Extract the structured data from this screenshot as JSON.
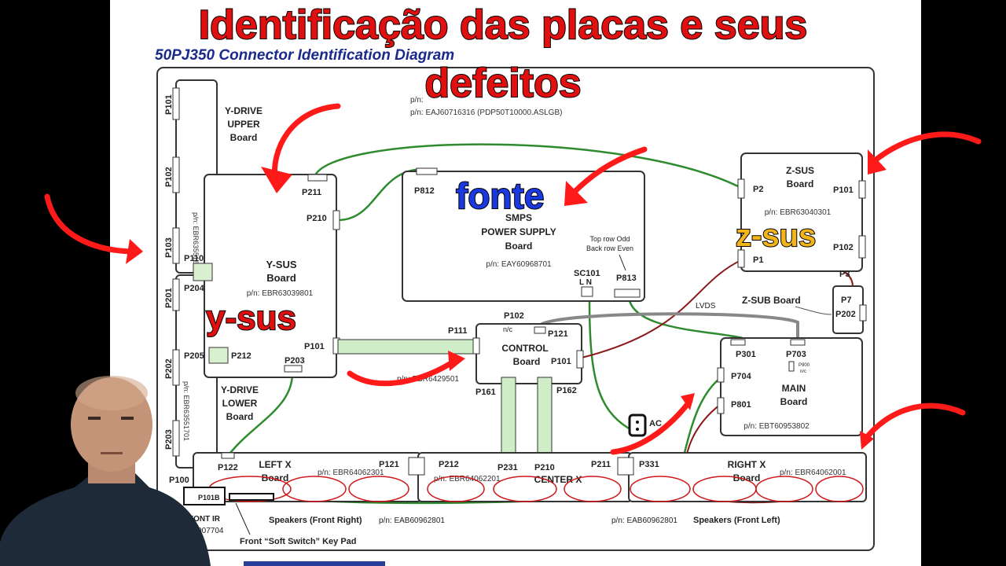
{
  "overlay": {
    "title_line1": "Identificação das placas e seus",
    "title_line2": "defeitos",
    "label_fonte": "fonte",
    "label_zsus": "z-sus",
    "label_ysus": "y-sus"
  },
  "diagram": {
    "title": "50PJ350 Connector Identification Diagram",
    "top_pn1": "p/n:",
    "top_pn2": "p/n: EAJ60716316 (PDP50T10000.ASLGB)",
    "ydrive_upper": [
      "Y-DRIVE",
      "UPPER",
      "Board"
    ],
    "ydrive_upper_pn": "p/n: EBR63551601",
    "ydrive_lower": [
      "Y-DRIVE",
      "LOWER",
      "Board"
    ],
    "ydrive_lower_pn": "p/n: EBR63551701",
    "ysus": [
      "Y-SUS",
      "Board"
    ],
    "ysus_pn": "p/n: EBR63039801",
    "smps": [
      "SMPS",
      "POWER SUPPLY",
      "Board"
    ],
    "smps_pn": "p/n: EAY60968701",
    "smps_note": [
      "Top row Odd",
      "Back row Even"
    ],
    "zsus": [
      "Z-SUS",
      "Board"
    ],
    "zsus_pn": "p/n: EBR63040301",
    "zsub": "Z-SUB Board",
    "control": [
      "CONTROL",
      "Board"
    ],
    "control_pn": "p/n: EBR6429501",
    "main": [
      "MAIN",
      "Board"
    ],
    "main_pn": "p/n: EBT60953802",
    "left_x": [
      "LEFT X",
      "Board"
    ],
    "left_x_pn": "p/n: EBR64062301",
    "center_x": "CENTER X",
    "center_x_pn": "p/n: EBR64062201",
    "right_x": [
      "RIGHT X",
      "Board"
    ],
    "right_x_pn": "p/n: EBR64062001",
    "lvds": "LVDS",
    "ac": "AC",
    "front_ir": "FONT IR",
    "front_ir_pn": "55007704",
    "speakers_right": "Speakers (Front Right)",
    "speakers_right_pn": "p/n: EAB60962801",
    "speakers_left": "Speakers (Front Left)",
    "speakers_left_pn": "p/n: EAB60962801",
    "keypad": "Front “Soft Switch” Key Pad",
    "connectors": {
      "p101_yd": "P101",
      "p102_yd": "P102",
      "p103_yd": "P103",
      "p201_yd": "P201",
      "p202_yd": "P202",
      "p203_yd": "P203",
      "p110": "P110",
      "p204": "P204",
      "p205": "P205",
      "p212": "P212",
      "p203_ys": "P203",
      "p211_ys": "P211",
      "p210_ys": "P210",
      "p101_ys": "P101",
      "p812": "P812",
      "sc101": "SC101",
      "ln": "L   N",
      "p813": "P813",
      "p2": "P2",
      "p101_z": "P101",
      "p1": "P1",
      "p102_z": "P102",
      "p3": "P3",
      "p7": "P7",
      "p202_z": "P202",
      "p102_c": "P102",
      "p111": "P111",
      "nc1": "n/c",
      "p121_c": "P121",
      "p101_c": "P101",
      "p161": "P161",
      "p162": "P162",
      "p301": "P301",
      "p703": "P703",
      "p704": "P704",
      "p801": "P801",
      "p900": "P900",
      "nc2": "n/c",
      "p100": "P100",
      "p122": "P122",
      "p121_lx": "P121",
      "p212_cx": "P212",
      "p231": "P231",
      "p210_cx": "P210",
      "p211_cx": "P211",
      "p331": "P331",
      "p101b": "P101B"
    }
  }
}
